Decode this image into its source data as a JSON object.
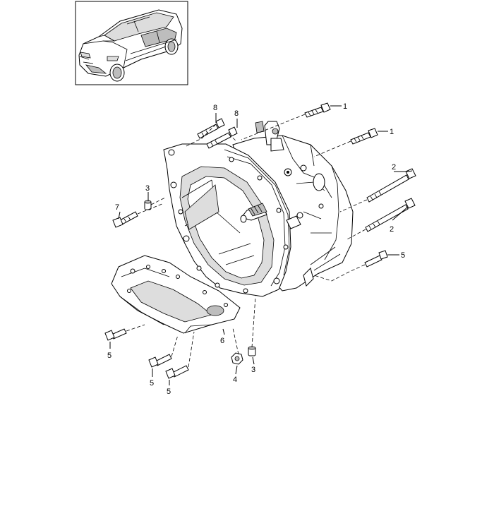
{
  "callouts": [
    {
      "id": "c1a",
      "label": "1"
    },
    {
      "id": "c1b",
      "label": "1"
    },
    {
      "id": "c2a",
      "label": "2"
    },
    {
      "id": "c2b",
      "label": "2"
    },
    {
      "id": "c3a",
      "label": "3"
    },
    {
      "id": "c3b",
      "label": "3"
    },
    {
      "id": "c4",
      "label": "4"
    },
    {
      "id": "c5a",
      "label": "5"
    },
    {
      "id": "c5b",
      "label": "5"
    },
    {
      "id": "c5c",
      "label": "5"
    },
    {
      "id": "c5d",
      "label": "5"
    },
    {
      "id": "c6",
      "label": "6"
    },
    {
      "id": "c7",
      "label": "7"
    },
    {
      "id": "c8a",
      "label": "8"
    },
    {
      "id": "c8b",
      "label": "8"
    }
  ]
}
